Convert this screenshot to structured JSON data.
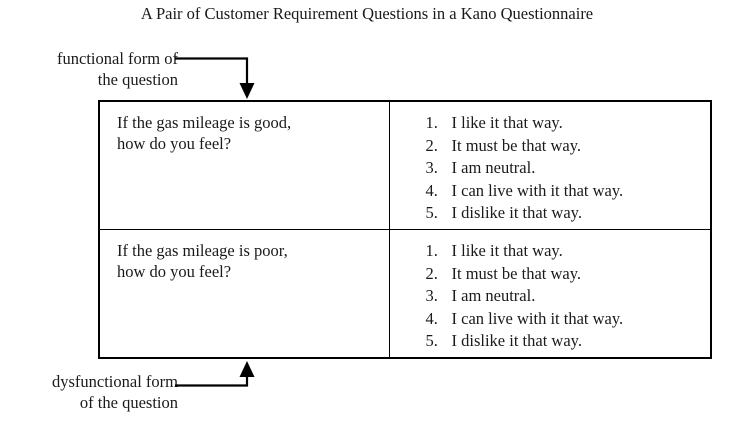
{
  "figure": {
    "title": "A Pair of Customer Requirement Questions in a Kano Questionnaire",
    "background_color": "#ffffff",
    "text_color": "#1a1a1a",
    "line_color": "#000000"
  },
  "callouts": {
    "functional": {
      "line1": "functional form of",
      "line2": "the question",
      "arrow_direction": "down",
      "arrow_target": "top-row"
    },
    "dysfunctional": {
      "line1": "dysfunctional form",
      "line2": "of the question",
      "arrow_direction": "up",
      "arrow_target": "bottom-row"
    }
  },
  "table": {
    "rows": [
      {
        "question": {
          "line1": "If the gas mileage is good,",
          "line2": "how do you feel?"
        },
        "options": [
          {
            "number": "1.",
            "text": "I like it that way."
          },
          {
            "number": "2.",
            "text": "It must be that way."
          },
          {
            "number": "3.",
            "text": "I am neutral."
          },
          {
            "number": "4.",
            "text": "I can live with it that way."
          },
          {
            "number": "5.",
            "text": "I dislike it that way."
          }
        ]
      },
      {
        "question": {
          "line1": "If the gas mileage is poor,",
          "line2": "how do you feel?"
        },
        "options": [
          {
            "number": "1.",
            "text": "I like it that way."
          },
          {
            "number": "2.",
            "text": "It must be that way."
          },
          {
            "number": "3.",
            "text": "I am neutral."
          },
          {
            "number": "4.",
            "text": "I can live with it that way."
          },
          {
            "number": "5.",
            "text": "I dislike it that way."
          }
        ]
      }
    ]
  }
}
